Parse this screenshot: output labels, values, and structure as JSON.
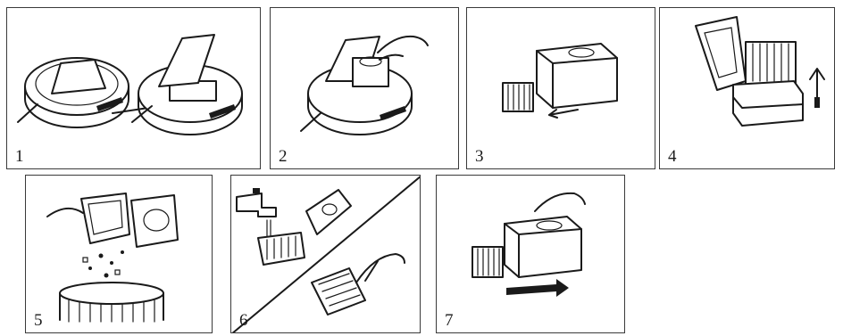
{
  "panels": [
    {
      "number": "1",
      "illustration": "robot-vacuum-lid-open"
    },
    {
      "number": "2",
      "illustration": "remove-dustbin"
    },
    {
      "number": "3",
      "illustration": "remove-filter"
    },
    {
      "number": "4",
      "illustration": "open-dustbin-lid"
    },
    {
      "number": "5",
      "illustration": "empty-debris"
    },
    {
      "number": "6",
      "illustration": "wash-and-brush"
    },
    {
      "number": "7",
      "illustration": "reinsert-filter"
    }
  ]
}
